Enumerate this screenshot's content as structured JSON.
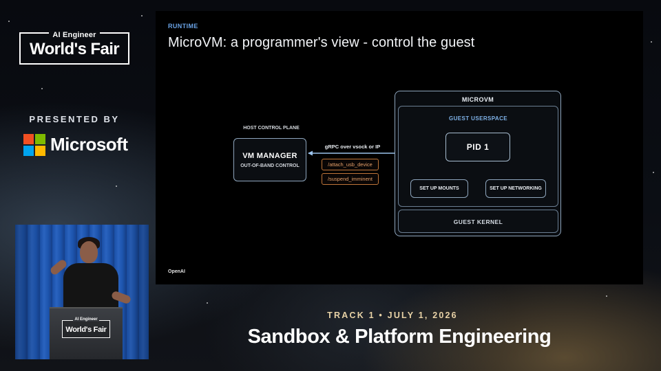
{
  "branding": {
    "event_small": "AI Engineer",
    "event_big": "World's Fair",
    "presented_by": "PRESENTED BY",
    "sponsor": "Microsoft",
    "colors": {
      "ms_red": "#f25022",
      "ms_green": "#7fba00",
      "ms_blue": "#00a4ef",
      "ms_yellow": "#ffb900"
    }
  },
  "podium": {
    "event_small": "AI Engineer",
    "event_big": "World's Fair"
  },
  "slide": {
    "kicker": "RUNTIME",
    "title": "MicroVM: a programmer's view - control the guest",
    "footer": "OpenAI",
    "host": {
      "caption": "HOST CONTROL PLANE",
      "vm_manager": "VM MANAGER",
      "vm_manager_sub": "OUT-OF-BAND CONTROL"
    },
    "channel": {
      "label": "gRPC over vsock or IP",
      "calls": [
        "/attach_usb_device",
        "/suspend_imminent"
      ]
    },
    "microvm": {
      "caption": "MICROVM",
      "userspace": "GUEST USERSPACE",
      "pid1": "PID 1",
      "mounts": "SET UP MOUNTS",
      "networking": "SET UP NETWORKING",
      "kernel": "GUEST KERNEL"
    },
    "colors": {
      "kicker": "#6aa3e6",
      "box_border": "#8fa6bd",
      "arrow": "#9cc4ee",
      "tag_border": "#c0763a"
    }
  },
  "banner": {
    "track": "TRACK 1 • JULY 1, 2026",
    "talk_title": "Sandbox & Platform Engineering"
  }
}
